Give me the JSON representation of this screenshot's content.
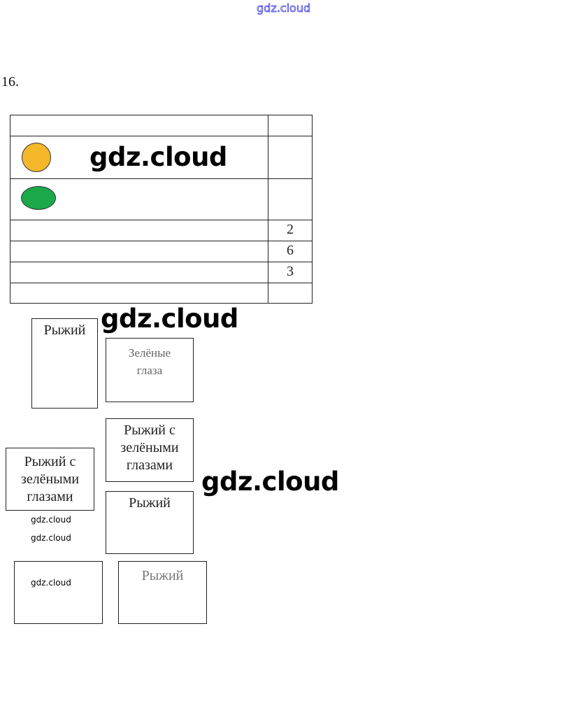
{
  "header": {
    "link": "gdz.cloud"
  },
  "task": {
    "number": "16."
  },
  "table": {
    "values": [
      "2",
      "6",
      "3"
    ]
  },
  "colors": {
    "yellow": "#f4b82a",
    "green": "#1aa84a"
  },
  "boxes": [
    {
      "label": "Рыжий"
    },
    {
      "label": "Зелёные глаза"
    },
    {
      "label": "Рыжий с зелёными глазами"
    },
    {
      "label": "Рыжий с зелёными глазами"
    },
    {
      "label": "Рыжий"
    },
    {
      "label": ""
    },
    {
      "label": "Рыжий"
    }
  ],
  "watermarks": [
    "gdz.cloud",
    "gdz.cloud",
    "gdz.cloud",
    "gdz.cloud",
    "gdz.cloud",
    "gdz.cloud"
  ]
}
